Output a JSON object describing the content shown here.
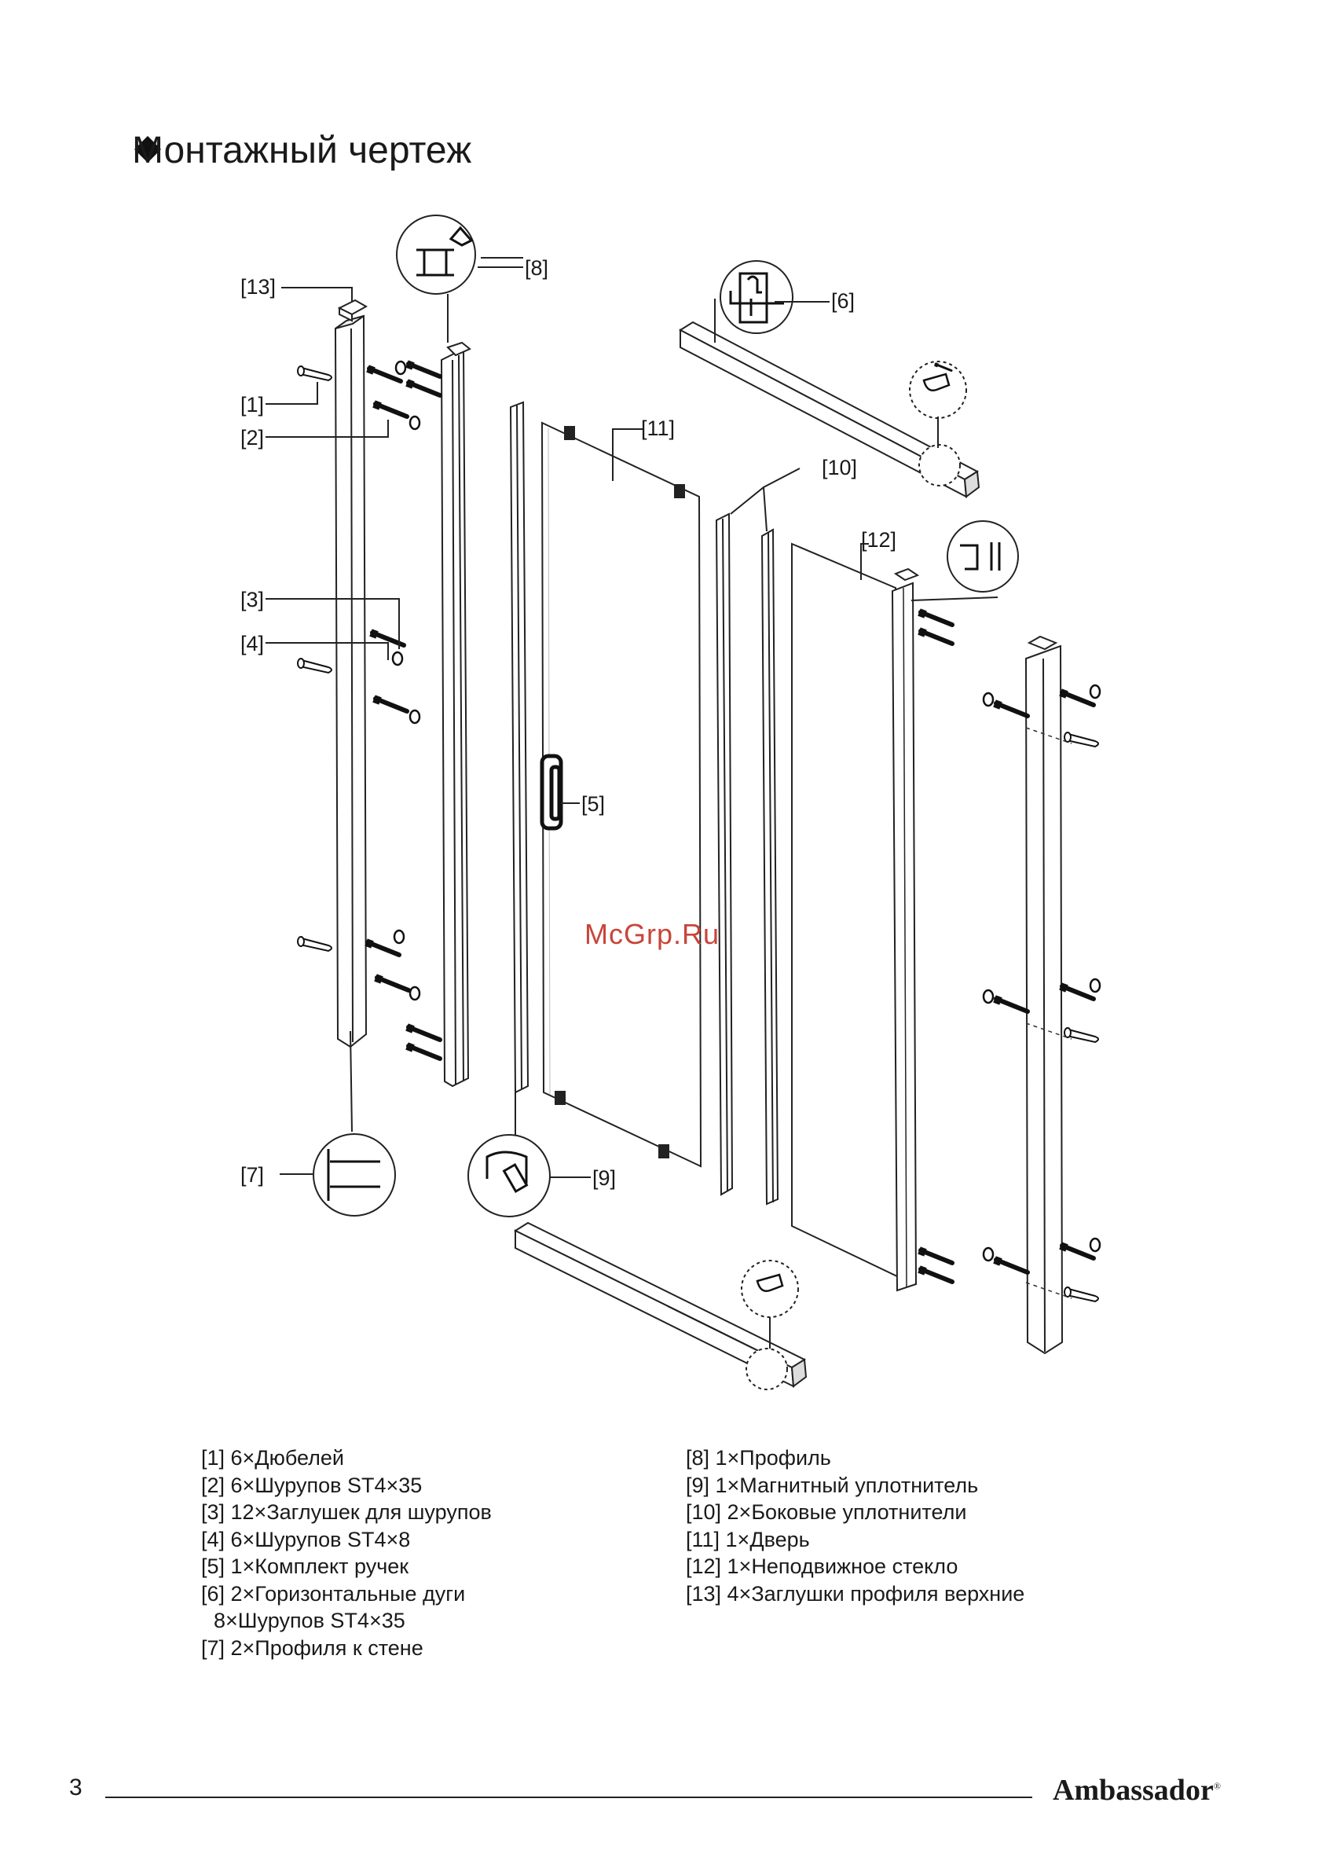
{
  "page": {
    "title": "Монтажный чертеж",
    "number": "3",
    "brand": "Ambassador",
    "brand_mark": "®",
    "watermark": "McGrp.Ru"
  },
  "callouts": {
    "c1": "[1]",
    "c2": "[2]",
    "c3": "[3]",
    "c4": "[4]",
    "c5": "[5]",
    "c6": "[6]",
    "c7": "[7]",
    "c8": "[8]",
    "c9": "[9]",
    "c10": "[10]",
    "c11": "[11]",
    "c12": "[12]",
    "c13": "[13]"
  },
  "legend": {
    "left": [
      "[1] 6×Дюбелей",
      "[2] 6×Шурупов ST4×35",
      "[3] 12×Заглушек для шурупов",
      "[4] 6×Шурупов ST4×8",
      "[5] 1×Комплект ручек",
      "[6] 2×Горизонтальные дуги",
      "8×Шурупов ST4×35",
      "[7] 2×Профиля к стене"
    ],
    "right": [
      "[8] 1×Профиль",
      "[9] 1×Магнитный уплотнитель",
      "[10] 2×Боковые уплотнители",
      "[11] 1×Дверь",
      "[12] 1×Неподвижное стекло",
      "[13] 4×Заглушки профиля верхние"
    ]
  },
  "icons": {
    "title_marker": "diamond-bullet-icon",
    "screw": "screw-icon",
    "dowel": "dowel-icon",
    "cap": "screw-cap-icon",
    "detail": "magnifier-detail-icon"
  },
  "colors": {
    "ink": "#1a1a1a",
    "watermark": "#c8453a",
    "background": "#ffffff"
  }
}
